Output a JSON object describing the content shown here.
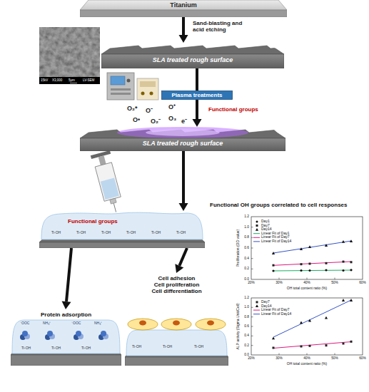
{
  "diagram": {
    "nodes": [
      {
        "text": [
          "Titanium"
        ]
      },
      {
        "text": [
          "SLA treated rough surface"
        ]
      },
      {
        "text": [
          "Plasma treatments"
        ]
      },
      {
        "text": [
          "SLA treated rough surface"
        ]
      },
      {
        "text": [
          "Functional groups"
        ]
      },
      {
        "text": [
          "Protein adsorption"
        ]
      },
      {
        "text": [
          "Cell adhesion",
          "Cell proliferation",
          "Cell differentiation"
        ]
      }
    ],
    "edges": [
      {
        "from": 0,
        "to": 1,
        "arrow": "to",
        "label": "Sand-blasting and acid etching"
      },
      {
        "from": 1,
        "to": 2,
        "arrow": "none"
      },
      {
        "from": 2,
        "to": 3,
        "arrow": "to"
      },
      {
        "from": 3,
        "to": 4,
        "arrow": "to"
      },
      {
        "from": 4,
        "to": 5,
        "arrow": "to"
      },
      {
        "from": 4,
        "to": 6,
        "arrow": "to"
      }
    ],
    "labels": [
      "15kV",
      "X3,000",
      "5μm",
      "LV-SEM",
      "O₂*",
      "O⁻",
      "O⁺",
      "O•",
      "O₂⁻",
      "O₃",
      "e⁻",
      "Functional groups",
      "Functional OH groups correlated to cell responses",
      "Proliferation (OD value)",
      "OH total content ratio (%)",
      "0.0",
      "0.2",
      "0.4",
      "0.6",
      "0.8",
      "1.0",
      "1.2",
      "20%",
      "30%",
      "40%",
      "50%",
      "60%",
      "ALP activity (Sigma Unit/Cell)",
      "OH total content ratio (%)",
      "0.0",
      "0.2",
      "0.4",
      "0.6",
      "0.8",
      "1.0",
      "1.2",
      "20%",
      "30%",
      "40%",
      "50%",
      "60%",
      "Ti-OH",
      "Ti-OH",
      "Ti-OH",
      "Ti-OH",
      "Ti-OH",
      "Ti-OH",
      "⁻OOC",
      "NH₃⁺",
      "⁻OOC",
      "NH₃⁺",
      "Ti-OH",
      "Ti-OH",
      "Ti-OH",
      "Ti-OH",
      "Ti-OH",
      "Ti-OH"
    ],
    "legend": [
      {
        "text": "Day1"
      },
      {
        "text": "Day7"
      },
      {
        "text": "Day14"
      },
      {
        "text": "Linear Fit of Day1"
      },
      {
        "text": "Linear Fit of Day7"
      },
      {
        "text": "Linear Fit of Day14"
      },
      {
        "text": "Day7"
      },
      {
        "text": "Day14"
      },
      {
        "text": "Linear Fit of Day7"
      },
      {
        "text": "Linear Fit of Day14"
      }
    ]
  }
}
